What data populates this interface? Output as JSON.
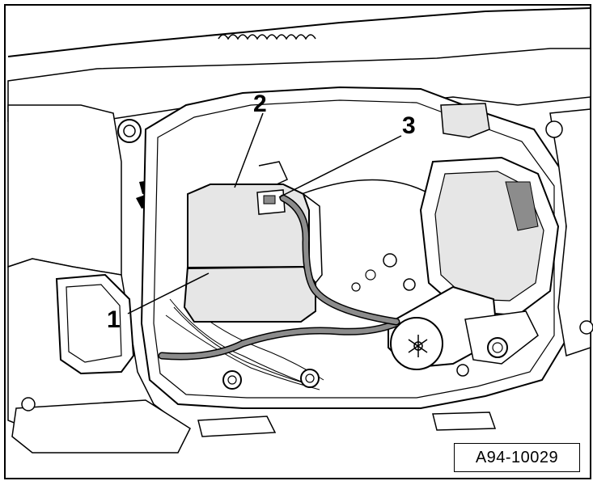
{
  "figure": {
    "reference_code": "A94-10029",
    "callouts": [
      {
        "id": "1",
        "label": "1"
      },
      {
        "id": "2",
        "label": "2"
      },
      {
        "id": "3",
        "label": "3"
      }
    ],
    "colors": {
      "line": "#000000",
      "background": "#ffffff",
      "fill_gray": "#8c8c8c",
      "fill_light": "#e6e6e6",
      "fill_mid": "#c8c8c8"
    }
  }
}
